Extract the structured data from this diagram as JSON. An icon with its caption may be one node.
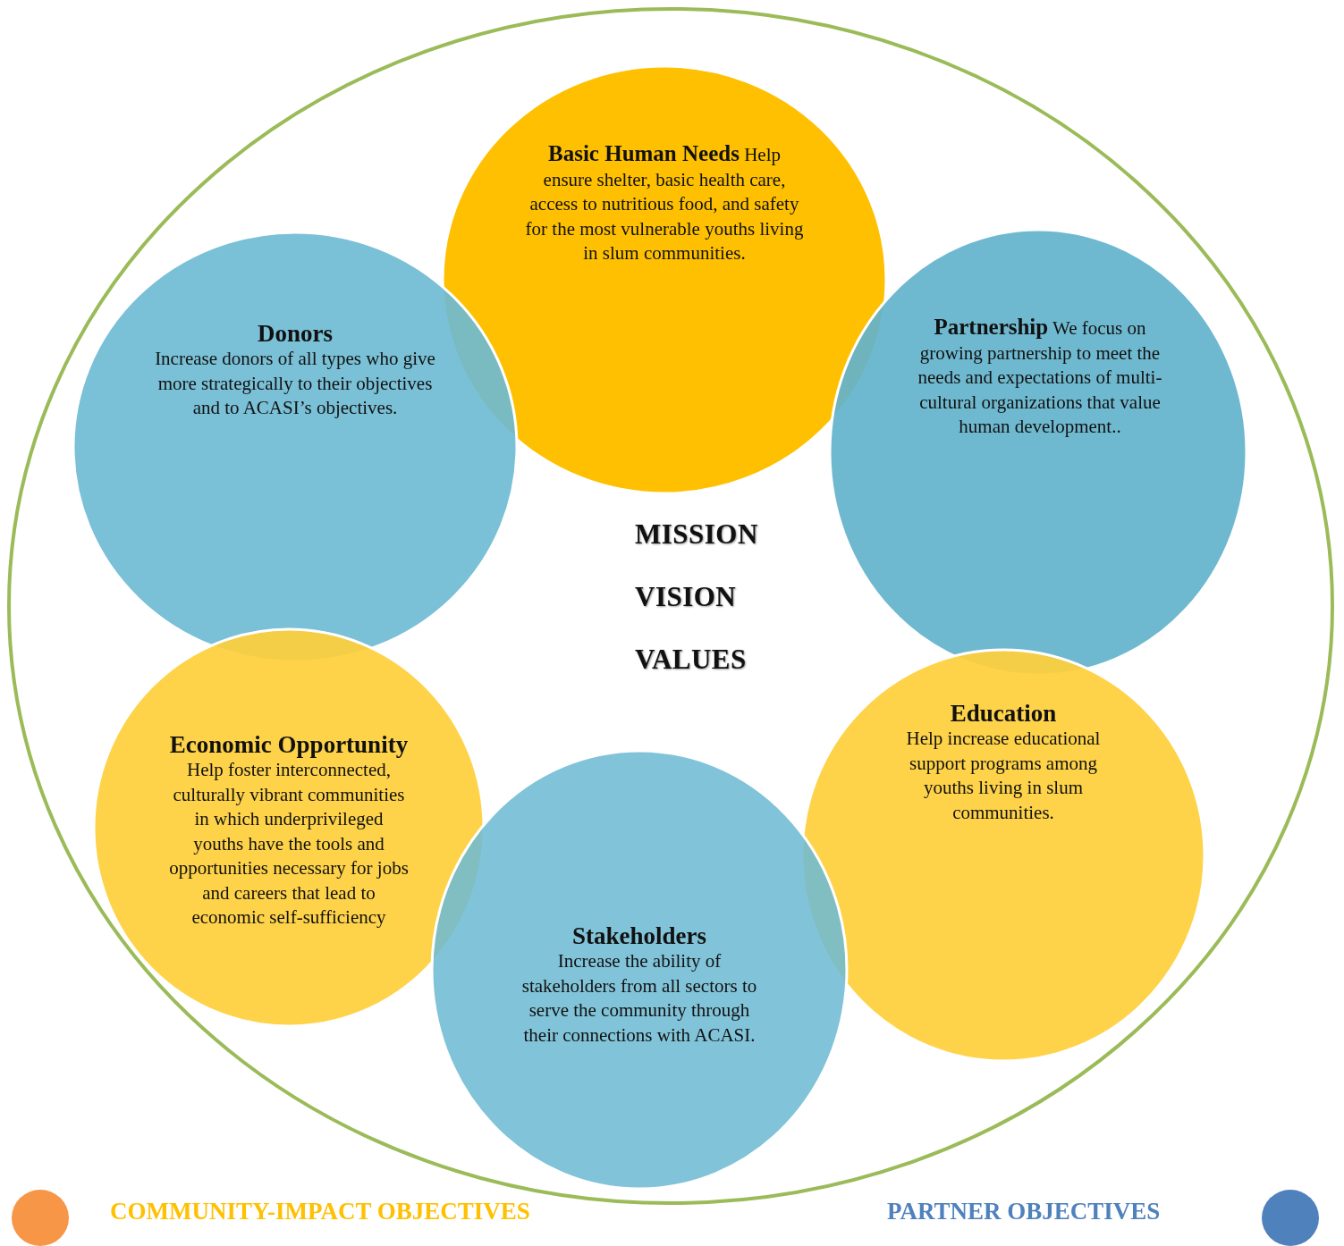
{
  "diagram": {
    "nodes": [
      {
        "text": [
          "MISSION",
          "VISION",
          "VALUES"
        ]
      },
      {
        "text": [
          "**Basic Human Needs** Help ensure shelter, basic health care, access to nutritious food, and safety for the most vulnerable youths living in slum communities."
        ],
        "in": 0
      },
      {
        "text": [
          "Donors",
          "Increase donors of all types who give more strategically to their objectives and to ACASI’s objectives."
        ],
        "in": 0
      },
      {
        "text": [
          "**Partnership** We focus on growing partnership to meet the needs and expectations of multi- cultural organizations that value human development.."
        ],
        "in": 0
      },
      {
        "text": [
          "Economic Opportunity",
          "Help foster interconnected, culturally vibrant communities in which underprivileged youths have the tools and opportunities necessary for jobs and careers that lead to economic self-sufficiency"
        ],
        "in": 0
      },
      {
        "text": [
          "Education",
          "Help increase educational support programs among youths living in slum communities."
        ],
        "in": 0
      },
      {
        "text": [
          "Stakeholders",
          "Increase the ability of stakeholders from all sectors to serve the community through their connections with ACASI."
        ],
        "in": 0
      }
    ],
    "edges": [],
    "legend": [
      {
        "text": "COMMUNITY-IMPACT OBJECTIVES",
        "color": "#f79646"
      },
      {
        "text": "PARTNER OBJECTIVES",
        "color": "#4f81bd"
      }
    ]
  }
}
